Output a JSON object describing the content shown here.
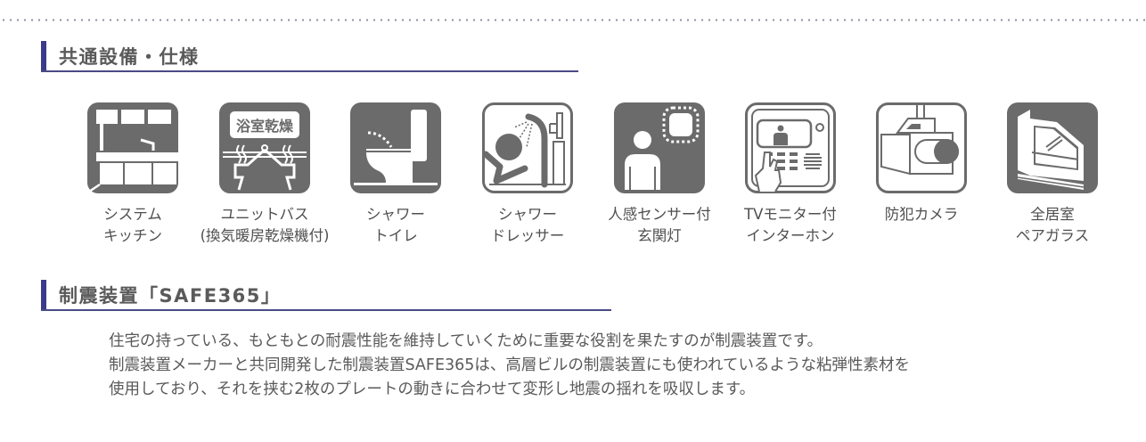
{
  "section1": {
    "title": "共通設備・仕様",
    "items": [
      {
        "icon": "system-kitchen-icon",
        "line1": "システム",
        "line2": "キッチン"
      },
      {
        "icon": "bathroom-dryer-icon",
        "icon_text": "浴室乾燥",
        "line1": "ユニットバス",
        "line2": "(換気暖房乾燥機付)"
      },
      {
        "icon": "shower-toilet-icon",
        "line1": "シャワー",
        "line2": "トイレ"
      },
      {
        "icon": "shower-dresser-icon",
        "line1": "シャワー",
        "line2": "ドレッサー"
      },
      {
        "icon": "motion-sensor-light-icon",
        "line1": "人感センサー付",
        "line2": "玄関灯"
      },
      {
        "icon": "tv-intercom-icon",
        "line1": "TVモニター付",
        "line2": "インターホン"
      },
      {
        "icon": "security-camera-icon",
        "line1": "防犯カメラ",
        "line2": ""
      },
      {
        "icon": "pair-glass-icon",
        "line1": "全居室",
        "line2": "ペアガラス"
      }
    ]
  },
  "section2": {
    "title": "制震装置「SAFE365」",
    "paragraph": [
      "住宅の持っている、もともとの耐震性能を維持していくために重要な役割を果たすのが制震装置です。",
      "制震装置メーカーと共同開発した制震装置SAFE365は、高層ビルの制震装置にも使われているような粘弾性素材を",
      "使用しており、それを挟む2枚のプレートの動きに合わせて変形し地震の揺れを吸収します。"
    ]
  },
  "colors": {
    "accent": "#3b3a8c",
    "icon_gray": "#6b6b6b",
    "text": "#555555"
  }
}
